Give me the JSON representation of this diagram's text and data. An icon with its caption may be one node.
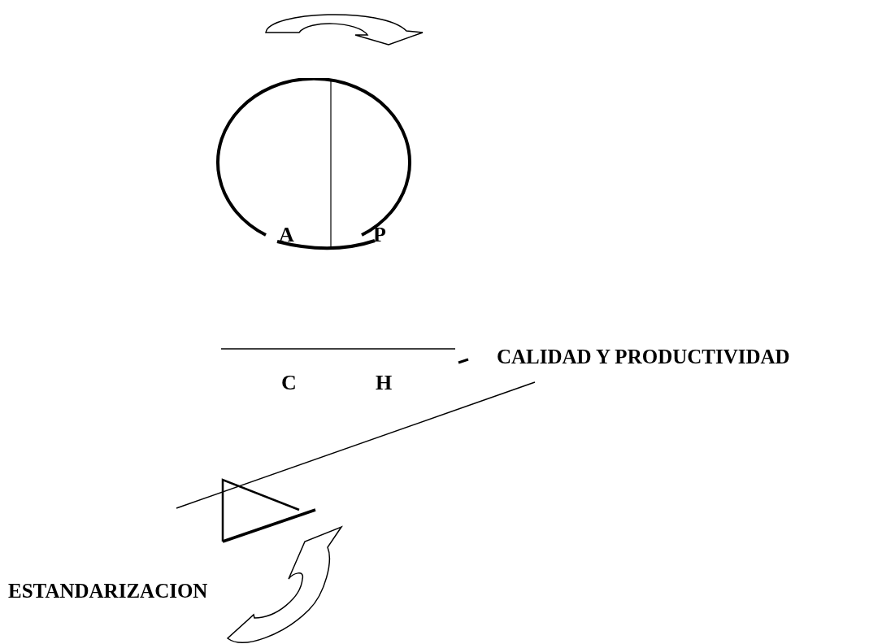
{
  "diagram": {
    "nodes": [
      {
        "text": [
          "A",
          "P"
        ]
      }
    ],
    "labels": [
      "C",
      "H",
      "CALIDAD Y PRODUCTIVIDAD",
      "ESTANDARIZACION"
    ]
  }
}
